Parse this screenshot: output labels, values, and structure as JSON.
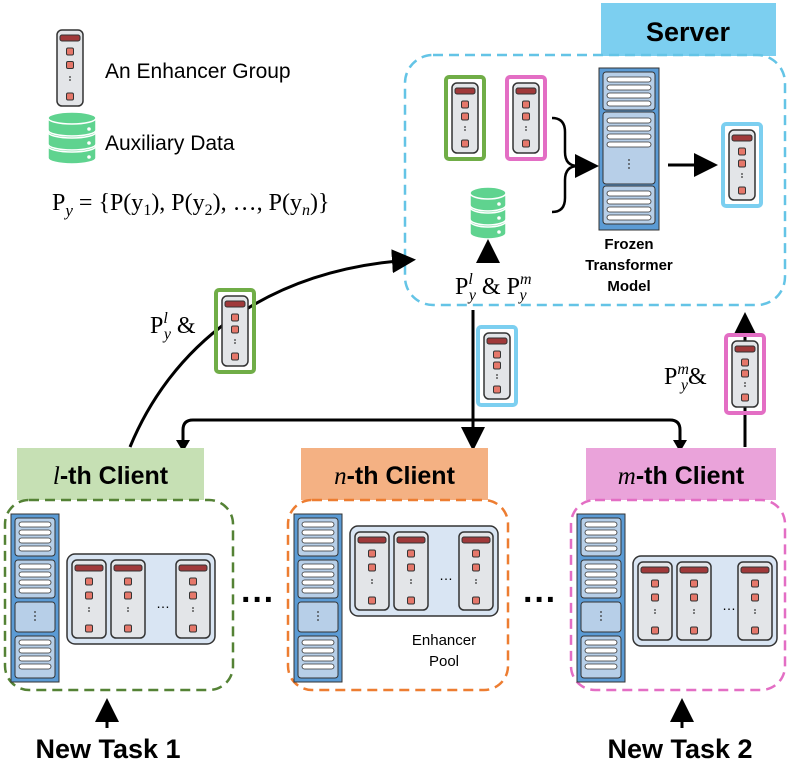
{
  "legend": {
    "enhancer_group_label": "An Enhancer Group",
    "auxiliary_data_label": "Auxiliary Data",
    "formula": "P",
    "formula_sub": "y",
    "formula_rhs": " = {P(y",
    "formula_rhs_parts": [
      "1",
      "), P(y",
      "2",
      "), …, P(y",
      "n",
      ")}"
    ]
  },
  "server": {
    "title": "Server",
    "model_label_lines": [
      "Frozen",
      "Transformer",
      "Model"
    ],
    "upload_label": "P",
    "upload_label_sub": "y",
    "upload_label_sup_l": "l",
    "upload_label_amp": " & P",
    "upload_label_sup_m": "m"
  },
  "clients": [
    {
      "id": "l",
      "title_italic": "l",
      "title_rest": "-th Client"
    },
    {
      "id": "n",
      "title_italic": "n",
      "title_rest": "-th Client"
    },
    {
      "id": "m",
      "title_italic": "m",
      "title_rest": "-th Client"
    }
  ],
  "edges": {
    "l_to_server_label": "P",
    "l_sub": "y",
    "l_sup": "l",
    "l_amp": " &",
    "m_to_server_label": "P",
    "m_sub": "y",
    "m_sup": "m",
    "m_amp": "&"
  },
  "pool": {
    "label_lines": [
      "Enhancer",
      "Pool"
    ],
    "ellipsis": "…"
  },
  "between_clients_ellipsis": "···",
  "tasks": {
    "task1": "New Task 1",
    "task2": "New Task 2"
  },
  "colors": {
    "server_title_bg": "#7ccff0",
    "server_border": "#64c4e6",
    "client_l_bg": "#c6e0b4",
    "client_l_border": "#548235",
    "client_n_bg": "#f4b183",
    "client_n_border": "#ed7d31",
    "client_m_bg": "#eaa3da",
    "client_m_border": "#e36ec4",
    "green_frame": "#70ad47",
    "pink_frame": "#e36ec4",
    "blue_frame": "#7ccff0",
    "transformer_blue": "#5b9bd5",
    "enhancer_dark": "#a0393a",
    "enhancer_light": "#e5776a",
    "database_green": "#5fd38f"
  }
}
